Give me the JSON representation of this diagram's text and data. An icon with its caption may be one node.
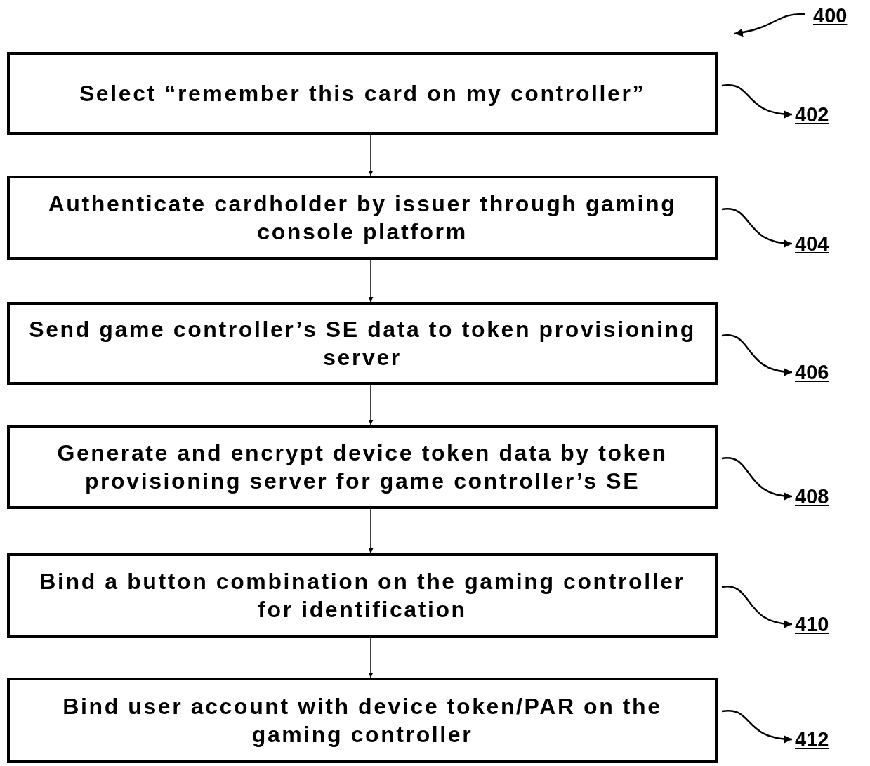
{
  "diagram": {
    "nodes": [
      {
        "text": [
          "Select “remember this card on my controller”"
        ]
      },
      {
        "text": [
          "Authenticate cardholder by issuer through gaming console platform"
        ]
      },
      {
        "text": [
          "Send game controller’s SE data to token provisioning server"
        ]
      },
      {
        "text": [
          "Generate and encrypt device token data by token provisioning server for game controller’s SE"
        ]
      },
      {
        "text": [
          "Bind a button combination on the gaming controller for identification"
        ]
      },
      {
        "text": [
          "Bind user account with device token/PAR on the gaming controller"
        ]
      },
      {
        "text": [
          "400"
        ]
      },
      {
        "text": [
          "402"
        ]
      },
      {
        "text": [
          "404"
        ]
      },
      {
        "text": [
          "406"
        ]
      },
      {
        "text": [
          "408"
        ]
      },
      {
        "text": [
          "410"
        ]
      },
      {
        "text": [
          "412"
        ]
      }
    ],
    "edges": [
      {
        "from": 0,
        "to": 1,
        "arrow": "to"
      },
      {
        "from": 1,
        "to": 2,
        "arrow": "to"
      },
      {
        "from": 2,
        "to": 3,
        "arrow": "to"
      },
      {
        "from": 3,
        "to": 4,
        "arrow": "to"
      },
      {
        "from": 4,
        "to": 5,
        "arrow": "to"
      },
      {
        "from": 6,
        "to": 0,
        "arrow": "to"
      },
      {
        "from": 0,
        "to": 7,
        "arrow": "to"
      },
      {
        "from": 1,
        "to": 8,
        "arrow": "to"
      },
      {
        "from": 2,
        "to": 9,
        "arrow": "to"
      },
      {
        "from": 3,
        "to": 10,
        "arrow": "to"
      },
      {
        "from": 4,
        "to": 11,
        "arrow": "to"
      },
      {
        "from": 5,
        "to": 12,
        "arrow": "to"
      }
    ]
  }
}
